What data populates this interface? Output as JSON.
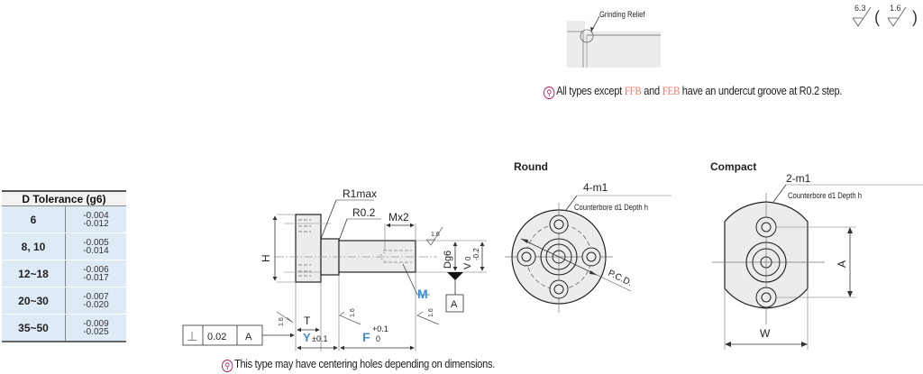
{
  "surface_finish": {
    "main_value": "6.3",
    "secondary_value": "1.6",
    "open_paren": "(",
    "close_paren": ")"
  },
  "grinding_relief": {
    "label": "Grinding Relief"
  },
  "notes": {
    "undercut": {
      "prefix": "All types except ",
      "code1": "FFB",
      "mid": " and ",
      "code2": "FEB",
      "suffix": "  have an undercut groove at R0.2 step."
    },
    "centering": "This type may have centering holes depending on dimensions.",
    "icon": "warning-pin-icon"
  },
  "tolerance_table": {
    "header": "D Tolerance (g6)",
    "rows": [
      {
        "size": "6",
        "upper": "-0.004",
        "lower": "-0.012"
      },
      {
        "size": "8, 10",
        "upper": "-0.005",
        "lower": "-0.014"
      },
      {
        "size": "12~18",
        "upper": "-0.006",
        "lower": "-0.017"
      },
      {
        "size": "20~30",
        "upper": "-0.007",
        "lower": "-0.020"
      },
      {
        "size": "35~50",
        "upper": "-0.009",
        "lower": "-0.025"
      }
    ]
  },
  "side_view": {
    "r1max": "R1max",
    "r02": "R0.2",
    "mx2": "Mx2",
    "h": "H",
    "dg6": "Dg6",
    "v": "V",
    "v_tol_upper": "0",
    "v_tol_lower": "-0.2",
    "m": "M",
    "datum_a": "A",
    "t": "T",
    "y": "Y",
    "y_tol": "±0.1",
    "f": "F",
    "f_tol_upper": "+0.1",
    "f_tol_lower": "0",
    "finish_16": "1.6",
    "perp_symbol": "⊥",
    "perp_value": "0.02",
    "perp_datum": "A",
    "accent": "#3a8fd8"
  },
  "round_view": {
    "title": "Round",
    "holes": "4-m1",
    "counterbore": "Counterbore d1 Depth h",
    "pcd": "P.C.D."
  },
  "compact_view": {
    "title": "Compact",
    "holes": "2-m1",
    "counterbore": "Counterbore d1 Depth h",
    "a": "A",
    "w": "W"
  }
}
